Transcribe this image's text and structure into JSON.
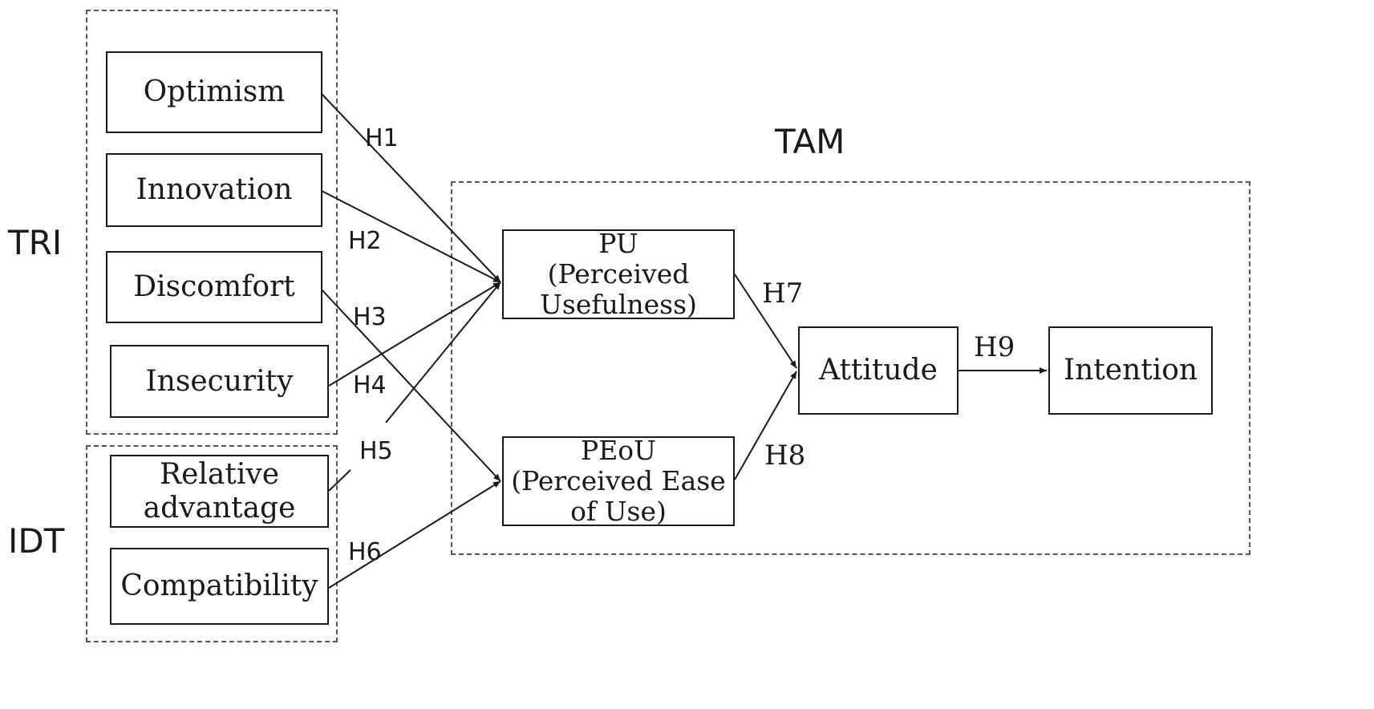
{
  "groups": {
    "tri": "TRI",
    "idt": "IDT",
    "tam": "TAM"
  },
  "nodes": {
    "optimism": "Optimism",
    "innovation": "Innovation",
    "discomfort": "Discomfort",
    "insecurity": "Insecurity",
    "relative_advantage": {
      "line1": "Relative",
      "line2": "advantage"
    },
    "compatibility": "Compatibility",
    "pu": {
      "line1": "PU",
      "line2": "(Perceived",
      "line3": "Usefulness)"
    },
    "peou": {
      "line1": "PEoU",
      "line2": "(Perceived Ease",
      "line3": "of Use)"
    },
    "attitude": "Attitude",
    "intention": "Intention"
  },
  "hypotheses": {
    "h1": "H1",
    "h2": "H2",
    "h3": "H3",
    "h4": "H4",
    "h5": "H5",
    "h6": "H6",
    "h7": "H7",
    "h8": "H8",
    "h9": "H9"
  },
  "edges": [
    {
      "from": "optimism",
      "to": "pu",
      "label": "h1"
    },
    {
      "from": "innovation",
      "to": "pu",
      "label": "h2"
    },
    {
      "from": "discomfort",
      "to": "peou",
      "label": "h3"
    },
    {
      "from": "insecurity",
      "to": "pu",
      "label": "h4"
    },
    {
      "from": "relative_advantage",
      "to": "pu",
      "label": "h5"
    },
    {
      "from": "compatibility",
      "to": "peou",
      "label": "h6"
    },
    {
      "from": "pu",
      "to": "attitude",
      "label": "h7"
    },
    {
      "from": "peou",
      "to": "attitude",
      "label": "h8"
    },
    {
      "from": "attitude",
      "to": "intention",
      "label": "h9"
    }
  ],
  "colors": {
    "stroke": "#1a1a1a",
    "dash": "#555555"
  }
}
